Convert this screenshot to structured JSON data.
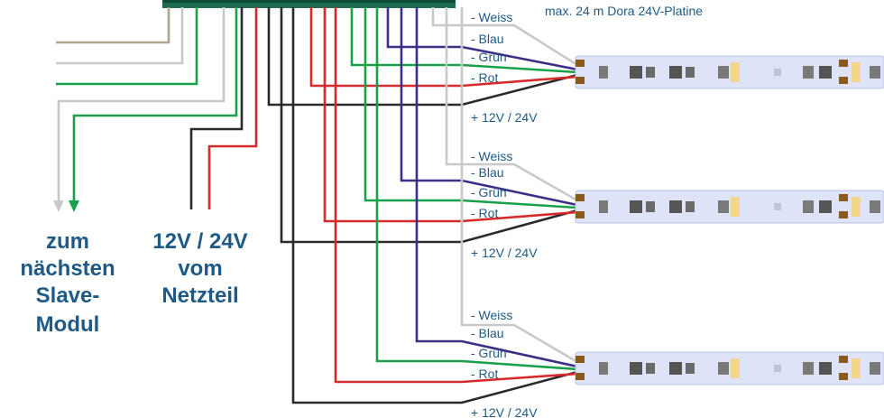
{
  "header_note": "max. 24 m Dora 24V-Platine",
  "strip_labels": {
    "weiss": "- Weiss",
    "blau": "- Blau",
    "gruen": "- Grün",
    "rot": "- Rot",
    "plus": "+ 12V / 24V"
  },
  "left_text": {
    "line1": "zum",
    "line2": "nächsten",
    "line3": "Slave-",
    "line4": "Modul"
  },
  "power_text": {
    "line1": "12V / 24V",
    "line2": "vom",
    "line3": "Netzteil"
  },
  "wire_colors": {
    "weiss": "#c8c8c8",
    "beige": "#b0a58e",
    "blau": "#3b2f86",
    "gruen": "#1aa04a",
    "rot": "#d62a2a",
    "schwarz": "#2a2a2a"
  },
  "board_color": "#1c6a52",
  "strip_color": "#dfe3f7"
}
